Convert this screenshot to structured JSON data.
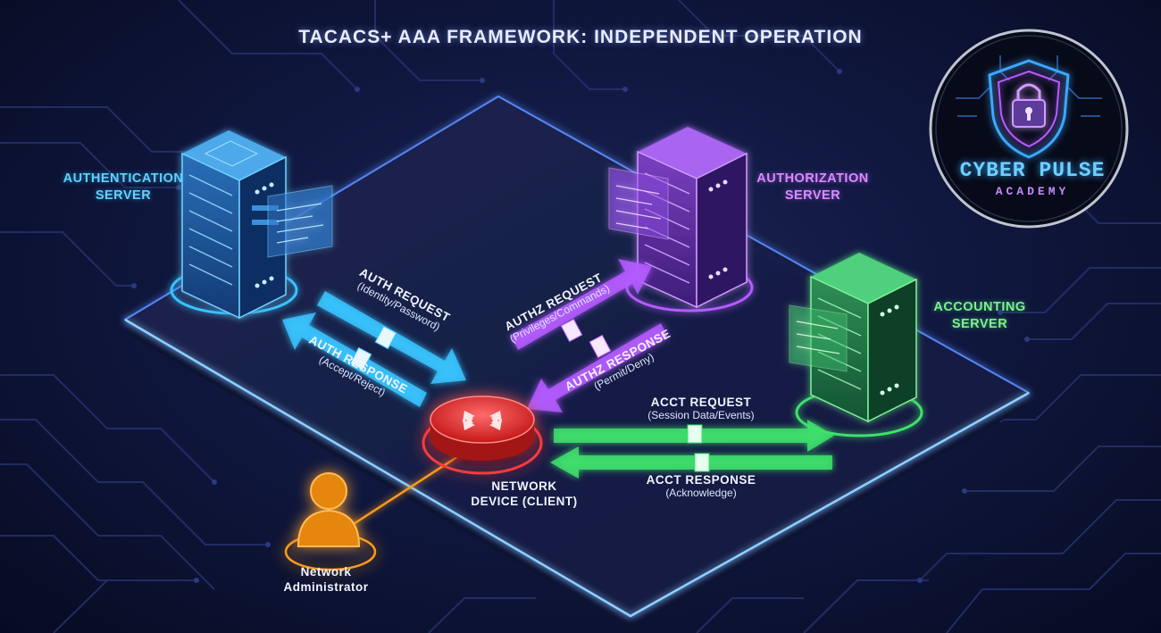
{
  "title": "TACACS+ AAA FRAMEWORK: INDEPENDENT OPERATION",
  "colors": {
    "authentication": "#39c4ff",
    "authorization": "#b45cff",
    "accounting": "#3fe06c",
    "device": "#ff3b3b",
    "admin": "#ff9a1f",
    "background": "#0a0f2a"
  },
  "servers": {
    "authentication": {
      "line1": "AUTHENTICATION",
      "line2": "SERVER"
    },
    "authorization": {
      "line1": "AUTHORIZATION",
      "line2": "SERVER"
    },
    "accounting": {
      "line1": "ACCOUNTING",
      "line2": "SERVER"
    }
  },
  "flows": {
    "auth_request": {
      "title": "AUTH REQUEST",
      "detail": "(Identity/Password)"
    },
    "auth_response": {
      "title": "AUTH RESPONSE",
      "detail": "(Accept/Reject)"
    },
    "authz_request": {
      "title": "AUTHZ REQUEST",
      "detail": "(Privileges/Commands)"
    },
    "authz_response": {
      "title": "AUTHZ RESPONSE",
      "detail": "(Permit/Deny)"
    },
    "acct_request": {
      "title": "ACCT REQUEST",
      "detail": "(Session Data/Events)"
    },
    "acct_response": {
      "title": "ACCT RESPONSE",
      "detail": "(Acknowledge)"
    }
  },
  "device": {
    "line1": "NETWORK",
    "line2": "DEVICE (CLIENT)"
  },
  "admin": {
    "line1": "Network",
    "line2": "Administrator"
  },
  "brand": {
    "line1": "CYBER PULSE",
    "line2": "ACADEMY"
  },
  "icons": [
    "server-icon",
    "router-icon",
    "user-icon",
    "document-icon",
    "shield-lock-icon"
  ]
}
